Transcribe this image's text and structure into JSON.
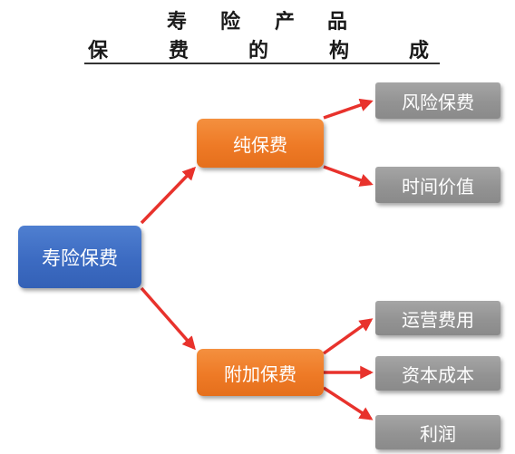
{
  "title": {
    "line1": [
      "寿",
      "险",
      "产",
      "品"
    ],
    "line2": [
      "保",
      "费",
      "的",
      "构",
      "成"
    ]
  },
  "diagram": {
    "root": "寿险保费",
    "branches": [
      {
        "label": "纯保费",
        "children": [
          "风险保费",
          "时间价值"
        ]
      },
      {
        "label": "附加保费",
        "children": [
          "运营费用",
          "资本成本",
          "利润"
        ]
      }
    ]
  },
  "colors": {
    "root": "#3c6bc2",
    "branch": "#ee7a26",
    "leaf": "#939393",
    "arrow": "#e8322c"
  }
}
